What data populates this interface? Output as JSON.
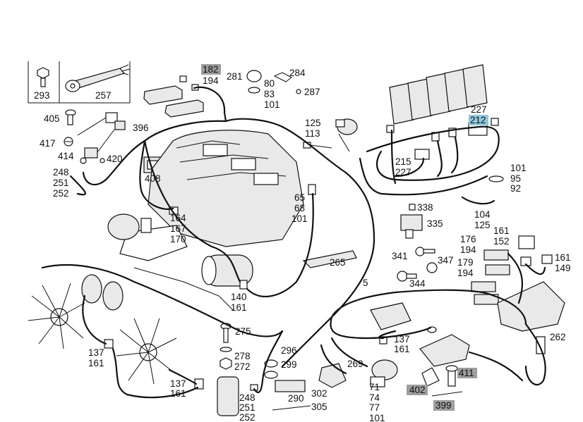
{
  "labels": [
    {
      "id": "293",
      "text": "293"
    },
    {
      "id": "257",
      "text": "257"
    },
    {
      "id": "405",
      "text": "405"
    },
    {
      "id": "396",
      "text": "396"
    },
    {
      "id": "417",
      "text": "417"
    },
    {
      "id": "414",
      "text": "414"
    },
    {
      "id": "420",
      "text": "420"
    },
    {
      "id": "248a",
      "text": "248"
    },
    {
      "id": "251a",
      "text": "251"
    },
    {
      "id": "252a",
      "text": "252"
    },
    {
      "id": "408",
      "text": "408"
    },
    {
      "id": "182",
      "text": "182",
      "highlight": "gray"
    },
    {
      "id": "194a",
      "text": "194"
    },
    {
      "id": "281",
      "text": "281"
    },
    {
      "id": "284",
      "text": "284"
    },
    {
      "id": "80",
      "text": "80"
    },
    {
      "id": "83",
      "text": "83"
    },
    {
      "id": "101a",
      "text": "101"
    },
    {
      "id": "287",
      "text": "287"
    },
    {
      "id": "125a",
      "text": "125"
    },
    {
      "id": "113",
      "text": "113"
    },
    {
      "id": "227a",
      "text": "227"
    },
    {
      "id": "212",
      "text": "212",
      "highlight": "blue"
    },
    {
      "id": "215",
      "text": "215"
    },
    {
      "id": "227b",
      "text": "227"
    },
    {
      "id": "101b",
      "text": "101"
    },
    {
      "id": "95",
      "text": "95"
    },
    {
      "id": "92",
      "text": "92"
    },
    {
      "id": "65",
      "text": "65"
    },
    {
      "id": "68",
      "text": "68"
    },
    {
      "id": "101c",
      "text": "101"
    },
    {
      "id": "338",
      "text": "338"
    },
    {
      "id": "104",
      "text": "104"
    },
    {
      "id": "125b",
      "text": "125"
    },
    {
      "id": "335",
      "text": "335"
    },
    {
      "id": "164",
      "text": "164"
    },
    {
      "id": "167",
      "text": "167"
    },
    {
      "id": "170",
      "text": "170"
    },
    {
      "id": "176",
      "text": "176"
    },
    {
      "id": "194b",
      "text": "194"
    },
    {
      "id": "161a",
      "text": "161"
    },
    {
      "id": "152",
      "text": "152"
    },
    {
      "id": "341",
      "text": "341"
    },
    {
      "id": "347",
      "text": "347"
    },
    {
      "id": "161b",
      "text": "161"
    },
    {
      "id": "149",
      "text": "149"
    },
    {
      "id": "179",
      "text": "179"
    },
    {
      "id": "194c",
      "text": "194"
    },
    {
      "id": "265",
      "text": "265"
    },
    {
      "id": "5",
      "text": "5"
    },
    {
      "id": "344",
      "text": "344"
    },
    {
      "id": "140",
      "text": "140"
    },
    {
      "id": "161c",
      "text": "161"
    },
    {
      "id": "275",
      "text": "275"
    },
    {
      "id": "137a",
      "text": "137"
    },
    {
      "id": "161d",
      "text": "161"
    },
    {
      "id": "262",
      "text": "262"
    },
    {
      "id": "137b",
      "text": "137"
    },
    {
      "id": "161e",
      "text": "161"
    },
    {
      "id": "296",
      "text": "296"
    },
    {
      "id": "278",
      "text": "278"
    },
    {
      "id": "272",
      "text": "272"
    },
    {
      "id": "299",
      "text": "299"
    },
    {
      "id": "269",
      "text": "269"
    },
    {
      "id": "411",
      "text": "411",
      "highlight": "gray"
    },
    {
      "id": "137c",
      "text": "137"
    },
    {
      "id": "161f",
      "text": "161"
    },
    {
      "id": "402",
      "text": "402",
      "highlight": "gray"
    },
    {
      "id": "71",
      "text": "71"
    },
    {
      "id": "74",
      "text": "74"
    },
    {
      "id": "77",
      "text": "77"
    },
    {
      "id": "101d",
      "text": "101"
    },
    {
      "id": "290",
      "text": "290"
    },
    {
      "id": "302",
      "text": "302"
    },
    {
      "id": "248b",
      "text": "248"
    },
    {
      "id": "251b",
      "text": "251"
    },
    {
      "id": "252b",
      "text": "252"
    },
    {
      "id": "305",
      "text": "305"
    },
    {
      "id": "399",
      "text": "399",
      "highlight": "gray"
    }
  ]
}
